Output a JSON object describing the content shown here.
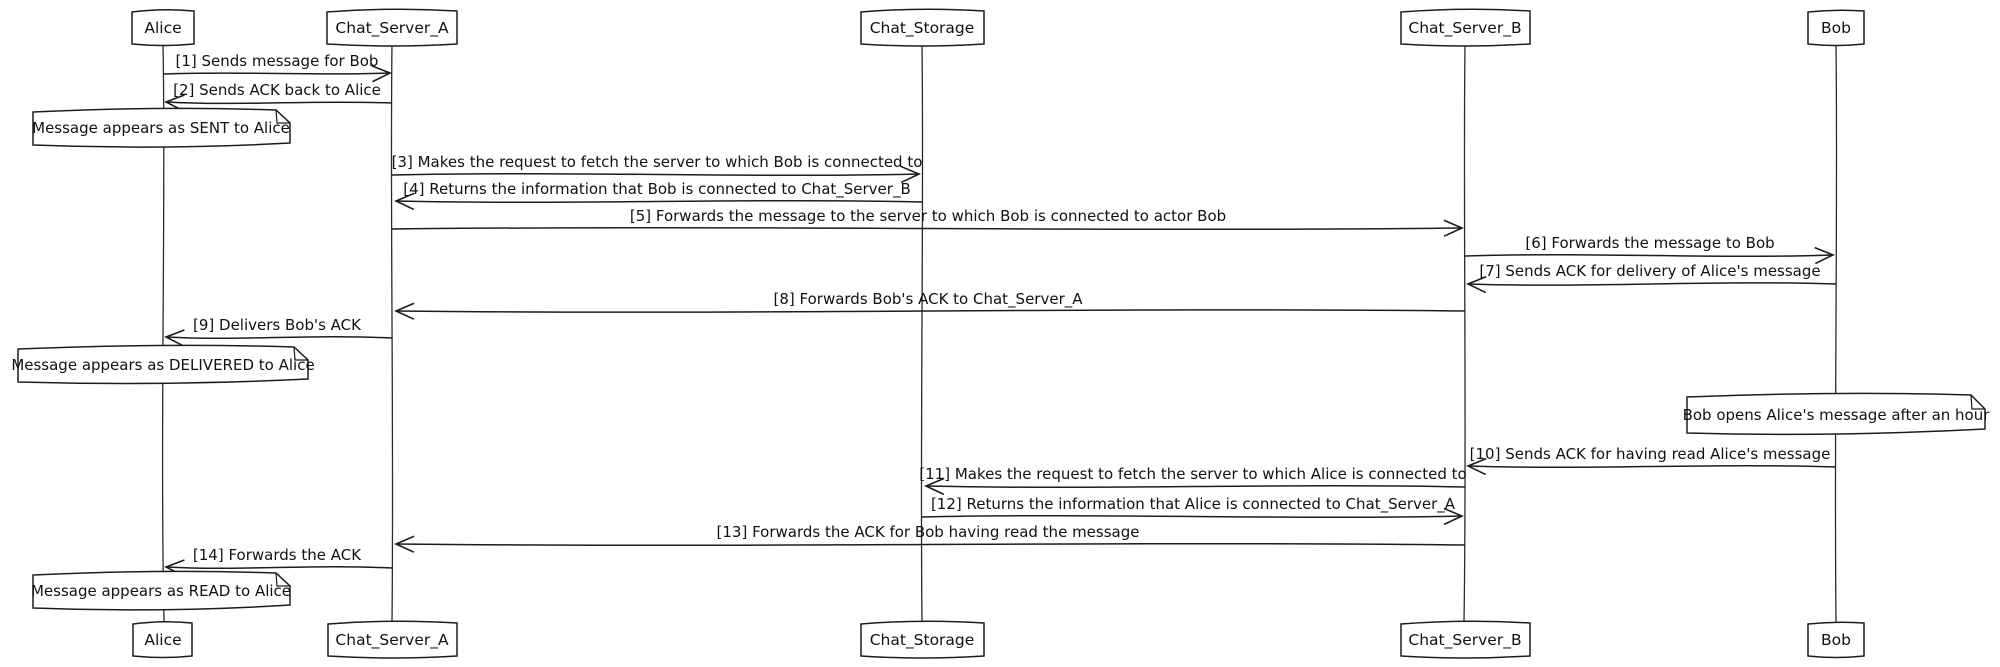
{
  "diagram": {
    "type": "uml-sequence-diagram",
    "colors": {
      "background": "#ffffff",
      "stroke": "#1c1c1c",
      "text": "#111111",
      "fill": "#ffffff"
    },
    "actors": [
      {
        "label": "Alice"
      },
      {
        "label": "Chat_Server_A"
      },
      {
        "label": "Chat_Storage"
      },
      {
        "label": "Chat_Server_B"
      },
      {
        "label": "Bob"
      }
    ],
    "messages": [
      {
        "seq": 1,
        "from": "Alice",
        "to": "Chat_Server_A",
        "label": "[1] Sends message for Bob"
      },
      {
        "seq": 2,
        "from": "Chat_Server_A",
        "to": "Alice",
        "label": "[2] Sends ACK back to Alice"
      },
      {
        "seq": 3,
        "from": "Chat_Server_A",
        "to": "Chat_Storage",
        "label": "[3] Makes the request to fetch the server to which Bob is connected to"
      },
      {
        "seq": 4,
        "from": "Chat_Storage",
        "to": "Chat_Server_A",
        "label": "[4] Returns the information that Bob is connected to Chat_Server_B"
      },
      {
        "seq": 5,
        "from": "Chat_Server_A",
        "to": "Chat_Server_B",
        "label": "[5] Forwards the message to the server to which Bob is connected to actor Bob"
      },
      {
        "seq": 6,
        "from": "Chat_Server_B",
        "to": "Bob",
        "label": "[6] Forwards the message to Bob"
      },
      {
        "seq": 7,
        "from": "Bob",
        "to": "Chat_Server_B",
        "label": "[7] Sends ACK for delivery of Alice's message"
      },
      {
        "seq": 8,
        "from": "Chat_Server_B",
        "to": "Chat_Server_A",
        "label": "[8] Forwards Bob's ACK to Chat_Server_A"
      },
      {
        "seq": 9,
        "from": "Chat_Server_A",
        "to": "Alice",
        "label": "[9] Delivers Bob's ACK"
      },
      {
        "seq": 10,
        "from": "Bob",
        "to": "Chat_Server_B",
        "label": "[10] Sends ACK for having read Alice's message"
      },
      {
        "seq": 11,
        "from": "Chat_Server_B",
        "to": "Chat_Storage",
        "label": "[11] Makes the request to fetch the server to which Alice is connected to"
      },
      {
        "seq": 12,
        "from": "Chat_Storage",
        "to": "Chat_Server_B",
        "label": "[12] Returns the information that Alice is connected to Chat_Server_A"
      },
      {
        "seq": 13,
        "from": "Chat_Server_B",
        "to": "Chat_Server_A",
        "label": "[13] Forwards the ACK for Bob having read the message"
      },
      {
        "seq": 14,
        "from": "Chat_Server_A",
        "to": "Alice",
        "label": "[14] Forwards the ACK"
      }
    ],
    "notes": [
      {
        "over": "Alice",
        "text": "Message appears as SENT to Alice"
      },
      {
        "over": "Alice",
        "text": "Message appears as DELIVERED to Alice"
      },
      {
        "over": "Bob",
        "text": "Bob opens Alice's message after an hour"
      },
      {
        "over": "Alice",
        "text": "Message appears as READ to Alice"
      }
    ]
  }
}
